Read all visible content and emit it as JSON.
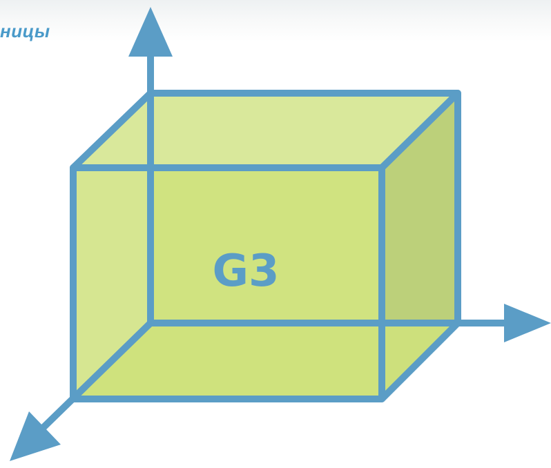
{
  "heading": "ницы",
  "cube": {
    "label": "G3"
  },
  "colors": {
    "line": "#5b9dc6",
    "face_top": "#d9e89b",
    "face_front": "#cfe27e",
    "face_side": "#bcd07a",
    "face_back": "#d4e68a",
    "label": "#5b9dc6",
    "heading": "#4a9ac9"
  },
  "axes": [
    "vertical-axis",
    "horizontal-axis",
    "depth-axis"
  ]
}
